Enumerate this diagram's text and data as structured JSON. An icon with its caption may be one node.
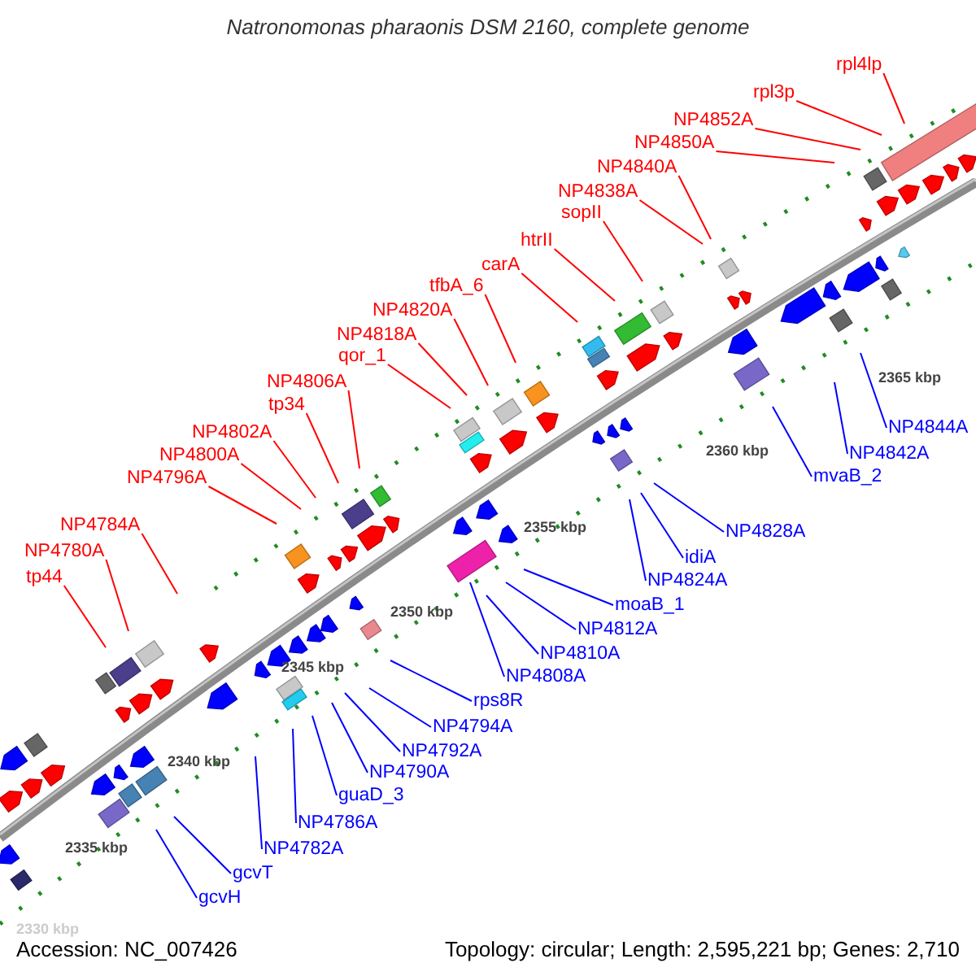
{
  "diagram": {
    "title": "Natronomonas pharaonis DSM 2160, complete genome",
    "nodes": [
      {
        "text": [
          "rpl4lp"
        ]
      },
      {
        "text": [
          "rpl3p"
        ]
      },
      {
        "text": [
          "NP4852A"
        ]
      },
      {
        "text": [
          "NP4850A"
        ]
      },
      {
        "text": [
          "NP4840A"
        ]
      },
      {
        "text": [
          "NP4838A"
        ]
      },
      {
        "text": [
          "sopII"
        ]
      },
      {
        "text": [
          "htrII"
        ]
      },
      {
        "text": [
          "carA"
        ]
      },
      {
        "text": [
          "tfbA_6"
        ]
      },
      {
        "text": [
          "NP4820A"
        ]
      },
      {
        "text": [
          "NP4818A"
        ]
      },
      {
        "text": [
          "qor_1"
        ]
      },
      {
        "text": [
          "NP4806A"
        ]
      },
      {
        "text": [
          "tp34"
        ]
      },
      {
        "text": [
          "NP4802A"
        ]
      },
      {
        "text": [
          "NP4800A"
        ]
      },
      {
        "text": [
          "NP4796A"
        ]
      },
      {
        "text": [
          "NP4784A"
        ]
      },
      {
        "text": [
          "NP4780A"
        ]
      },
      {
        "text": [
          "tp44"
        ]
      },
      {
        "text": [
          "NP4844A"
        ]
      },
      {
        "text": [
          "NP4842A"
        ]
      },
      {
        "text": [
          "mvaB_2"
        ]
      },
      {
        "text": [
          "NP4828A"
        ]
      },
      {
        "text": [
          "idiA"
        ]
      },
      {
        "text": [
          "NP4824A"
        ]
      },
      {
        "text": [
          "moaB_1"
        ]
      },
      {
        "text": [
          "NP4812A"
        ]
      },
      {
        "text": [
          "NP4810A"
        ]
      },
      {
        "text": [
          "NP4808A"
        ]
      },
      {
        "text": [
          "rps8R"
        ]
      },
      {
        "text": [
          "NP4794A"
        ]
      },
      {
        "text": [
          "NP4792A"
        ]
      },
      {
        "text": [
          "NP4790A"
        ]
      },
      {
        "text": [
          "guaD_3"
        ]
      },
      {
        "text": [
          "NP4786A"
        ]
      },
      {
        "text": [
          "NP4782A"
        ]
      },
      {
        "text": [
          "gcvT"
        ]
      },
      {
        "text": [
          "gcvH"
        ]
      }
    ],
    "edges": [
      {
        "from": 0,
        "to": null,
        "arrow": "none"
      },
      {
        "from": 1,
        "to": null,
        "arrow": "none"
      },
      {
        "from": 2,
        "to": null,
        "arrow": "none"
      },
      {
        "from": 3,
        "to": null,
        "arrow": "none"
      },
      {
        "from": 4,
        "to": null,
        "arrow": "none"
      },
      {
        "from": 5,
        "to": null,
        "arrow": "none"
      },
      {
        "from": 6,
        "to": null,
        "arrow": "none"
      },
      {
        "from": 7,
        "to": null,
        "arrow": "none"
      },
      {
        "from": 8,
        "to": null,
        "arrow": "none"
      },
      {
        "from": 9,
        "to": null,
        "arrow": "none"
      },
      {
        "from": 10,
        "to": null,
        "arrow": "none"
      },
      {
        "from": 11,
        "to": null,
        "arrow": "none"
      },
      {
        "from": 12,
        "to": null,
        "arrow": "none"
      },
      {
        "from": 13,
        "to": null,
        "arrow": "none"
      },
      {
        "from": 14,
        "to": null,
        "arrow": "none"
      },
      {
        "from": 15,
        "to": null,
        "arrow": "none"
      },
      {
        "from": 16,
        "to": null,
        "arrow": "none"
      },
      {
        "from": 17,
        "to": null,
        "arrow": "none"
      },
      {
        "from": 18,
        "to": null,
        "arrow": "none"
      },
      {
        "from": 19,
        "to": null,
        "arrow": "none"
      },
      {
        "from": 20,
        "to": null,
        "arrow": "none"
      },
      {
        "from": 21,
        "to": null,
        "arrow": "none",
        "color": "#0000ff"
      },
      {
        "from": 22,
        "to": null,
        "arrow": "none",
        "color": "#0000ff"
      },
      {
        "from": 23,
        "to": null,
        "arrow": "none",
        "color": "#0000ff"
      },
      {
        "from": 24,
        "to": null,
        "arrow": "none",
        "color": "#0000ff"
      },
      {
        "from": 25,
        "to": null,
        "arrow": "none",
        "color": "#0000ff"
      },
      {
        "from": 26,
        "to": null,
        "arrow": "none",
        "color": "#0000ff"
      },
      {
        "from": 27,
        "to": null,
        "arrow": "none",
        "color": "#0000ff"
      },
      {
        "from": 28,
        "to": null,
        "arrow": "none",
        "color": "#0000ff"
      },
      {
        "from": 29,
        "to": null,
        "arrow": "none",
        "color": "#0000ff"
      },
      {
        "from": 30,
        "to": null,
        "arrow": "none",
        "color": "#0000ff"
      },
      {
        "from": 31,
        "to": null,
        "arrow": "none",
        "color": "#0000ff"
      },
      {
        "from": 32,
        "to": null,
        "arrow": "none",
        "color": "#0000ff"
      },
      {
        "from": 33,
        "to": null,
        "arrow": "none",
        "color": "#0000ff"
      },
      {
        "from": 34,
        "to": null,
        "arrow": "none",
        "color": "#0000ff"
      },
      {
        "from": 35,
        "to": null,
        "arrow": "none",
        "color": "#0000ff"
      },
      {
        "from": 36,
        "to": null,
        "arrow": "none",
        "color": "#0000ff"
      },
      {
        "from": 37,
        "to": null,
        "arrow": "none",
        "color": "#0000ff"
      },
      {
        "from": 38,
        "to": null,
        "arrow": "none",
        "color": "#0000ff"
      },
      {
        "from": 39,
        "to": null,
        "arrow": "none",
        "color": "#0000ff"
      }
    ],
    "labels": [
      "2365 kbp",
      "2360 kbp",
      "2355 kbp",
      "2350 kbp",
      "2345 kbp",
      "2340 kbp",
      "2335 kbp",
      "2330 kbp",
      "Accession: NC_007426",
      "Topology: circular; Length: 2,595,221 bp; Genes: 2,710"
    ]
  }
}
